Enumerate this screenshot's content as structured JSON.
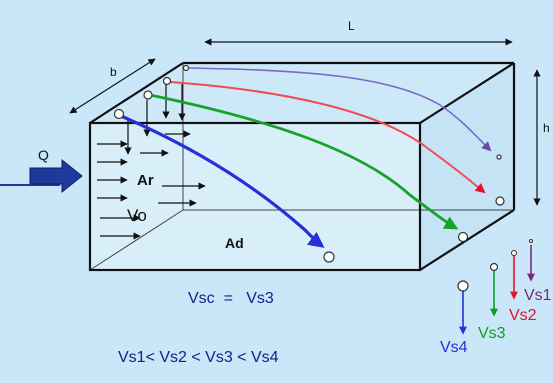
{
  "labels": {
    "length": "L",
    "width": "b",
    "height": "h",
    "flow": "Q",
    "entrance_zone": "Ar",
    "inflow_velocity": "Vo",
    "sludge_zone": "Ad"
  },
  "equation": {
    "critical_velocity": "Vsc  =   Vs3",
    "velocity_order": "Vs1< Vs2 < Vs3 < Vs4"
  },
  "settling_legend": [
    {
      "name": "Vs1",
      "color": "#7a2a7a"
    },
    {
      "name": "Vs2",
      "color": "#e8102a"
    },
    {
      "name": "Vs3",
      "color": "#119a2a"
    },
    {
      "name": "Vs4",
      "color": "#2430d8"
    }
  ],
  "colors": {
    "background": "#c9e7f8",
    "box_front": "#d8eef9",
    "arrow_fill": "#1f3a9c",
    "trajectory_vs1": "#7b68c8",
    "trajectory_vs2": "#f04a55",
    "trajectory_vs3": "#17a32a",
    "trajectory_vs4": "#2430d8"
  }
}
